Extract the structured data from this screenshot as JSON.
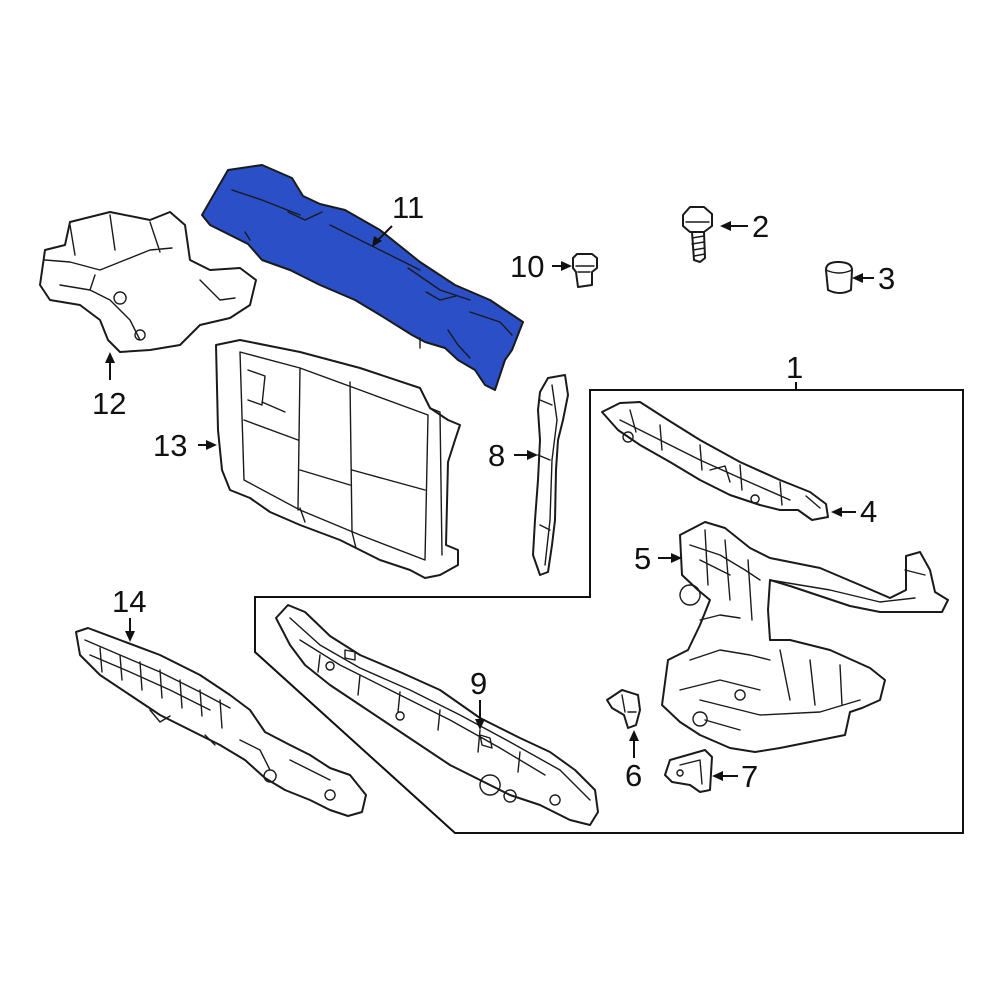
{
  "highlight_color": "#2b4fc7",
  "line_color": "#1a1a1a",
  "callouts": {
    "c1": "1",
    "c2": "2",
    "c3": "3",
    "c4": "4",
    "c5": "5",
    "c6": "6",
    "c7": "7",
    "c8": "8",
    "c9": "9",
    "c10": "10",
    "c11": "11",
    "c12": "12",
    "c13": "13",
    "c14": "14"
  }
}
